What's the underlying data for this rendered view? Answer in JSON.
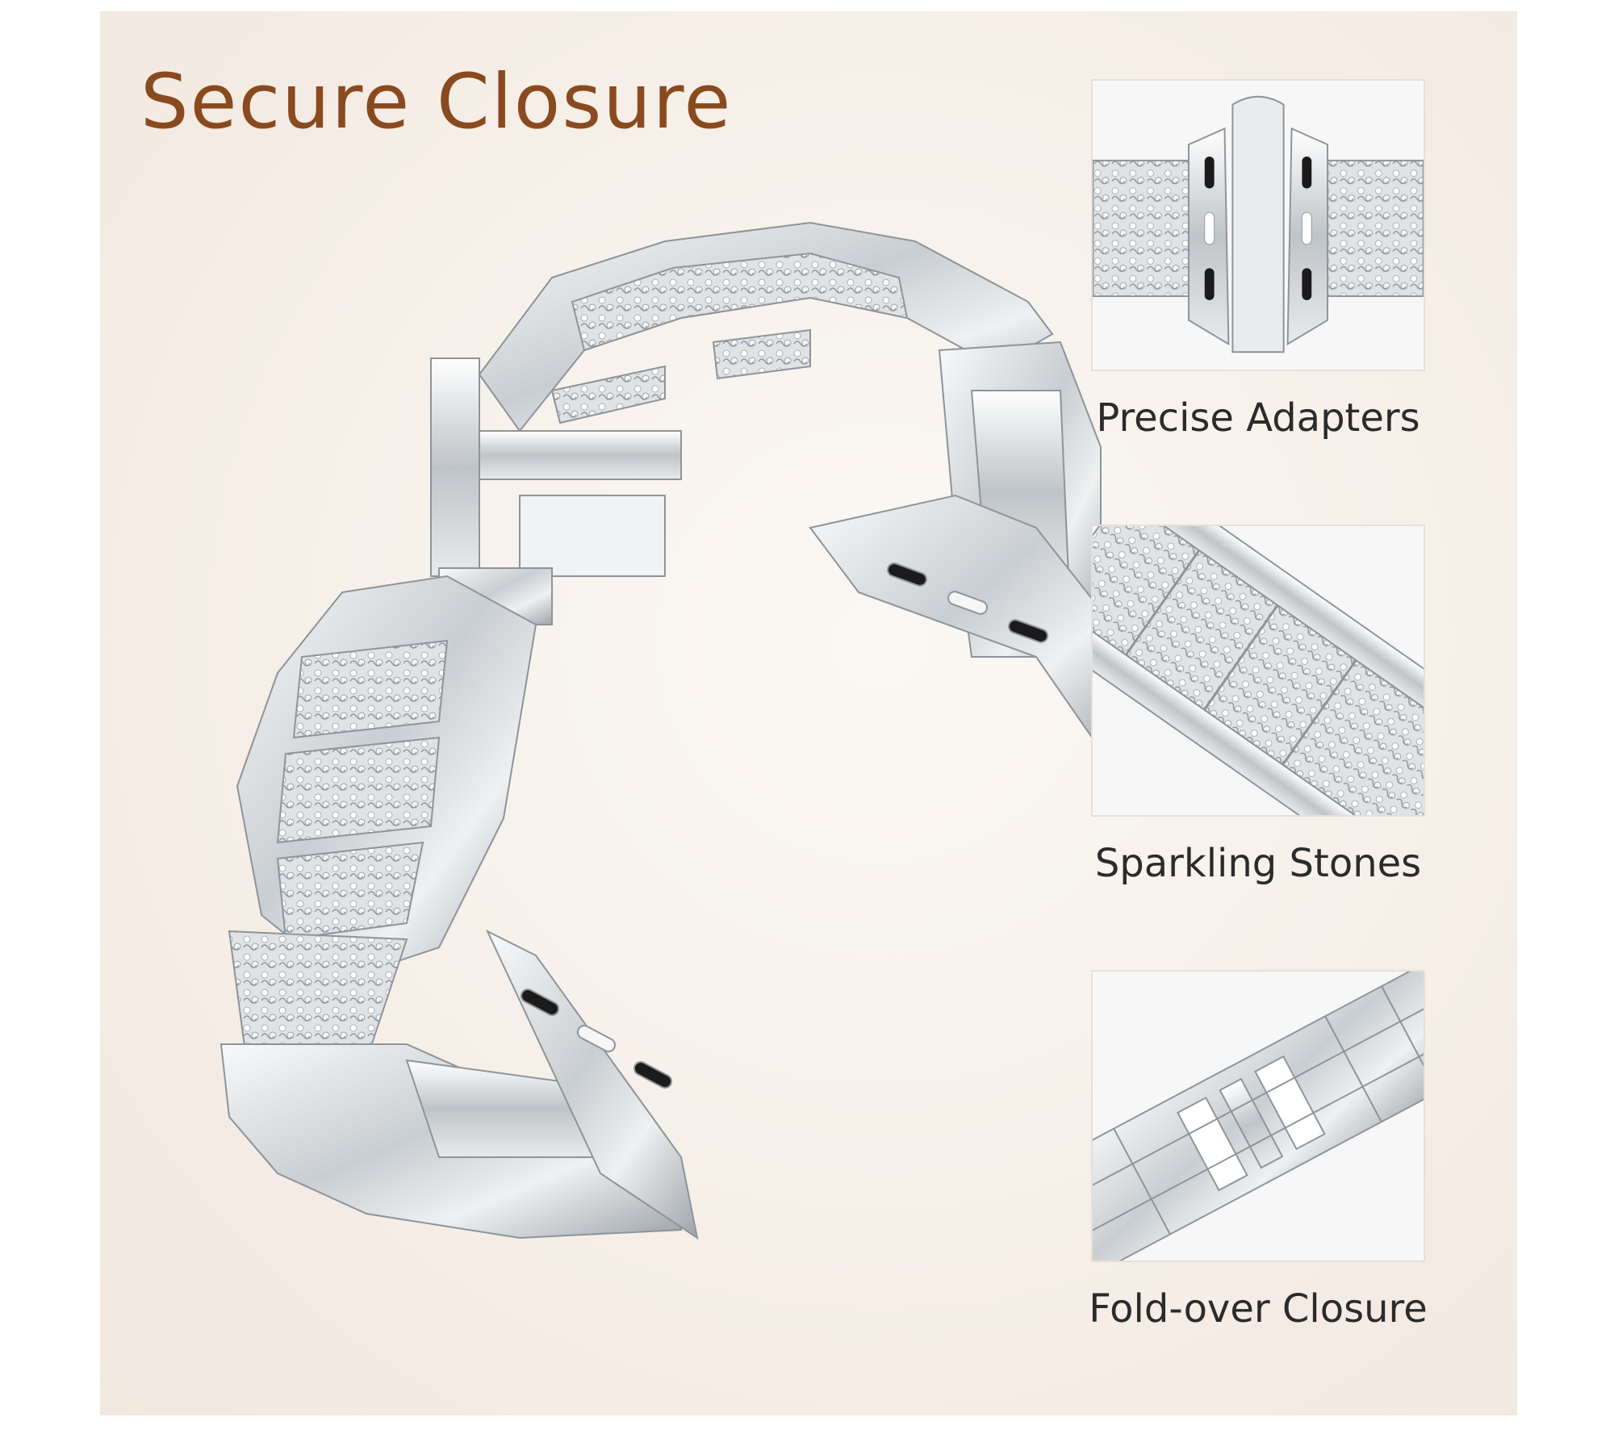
{
  "headline": "Secure Closure",
  "features": [
    {
      "caption": "Precise Adapters",
      "icon": "adapter-closeup-photo"
    },
    {
      "caption": "Sparkling Stones",
      "icon": "stones-closeup-photo"
    },
    {
      "caption": "Fold-over Closure",
      "icon": "clasp-closeup-photo"
    }
  ],
  "colors": {
    "headline": "#8a4a1f",
    "caption": "#2b2b2b",
    "background": "#f6efe8",
    "metal": "#cfd3d6"
  }
}
